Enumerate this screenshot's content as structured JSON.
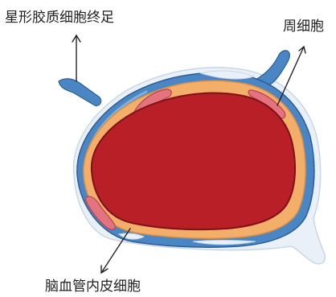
{
  "labels": {
    "astrocyte_endfoot": "星形胶质细胞终足",
    "pericyte": "周细胞",
    "endothelial_cell": "脑血管内皮细胞"
  },
  "colors": {
    "background": "#ffffff",
    "astrocyte_blue": "#4a86c4",
    "astrocyte_dark": "#2c5e96",
    "pale_blue": "#e8f0f7",
    "endothelium_orange": "#f3ae69",
    "endothelium_edge": "#d98f48",
    "lumen_red": "#b81f27",
    "lumen_edge": "#7e1218",
    "pericyte_pink": "#e2737f",
    "pericyte_edge": "#b9434f",
    "annotation": "#222222"
  }
}
